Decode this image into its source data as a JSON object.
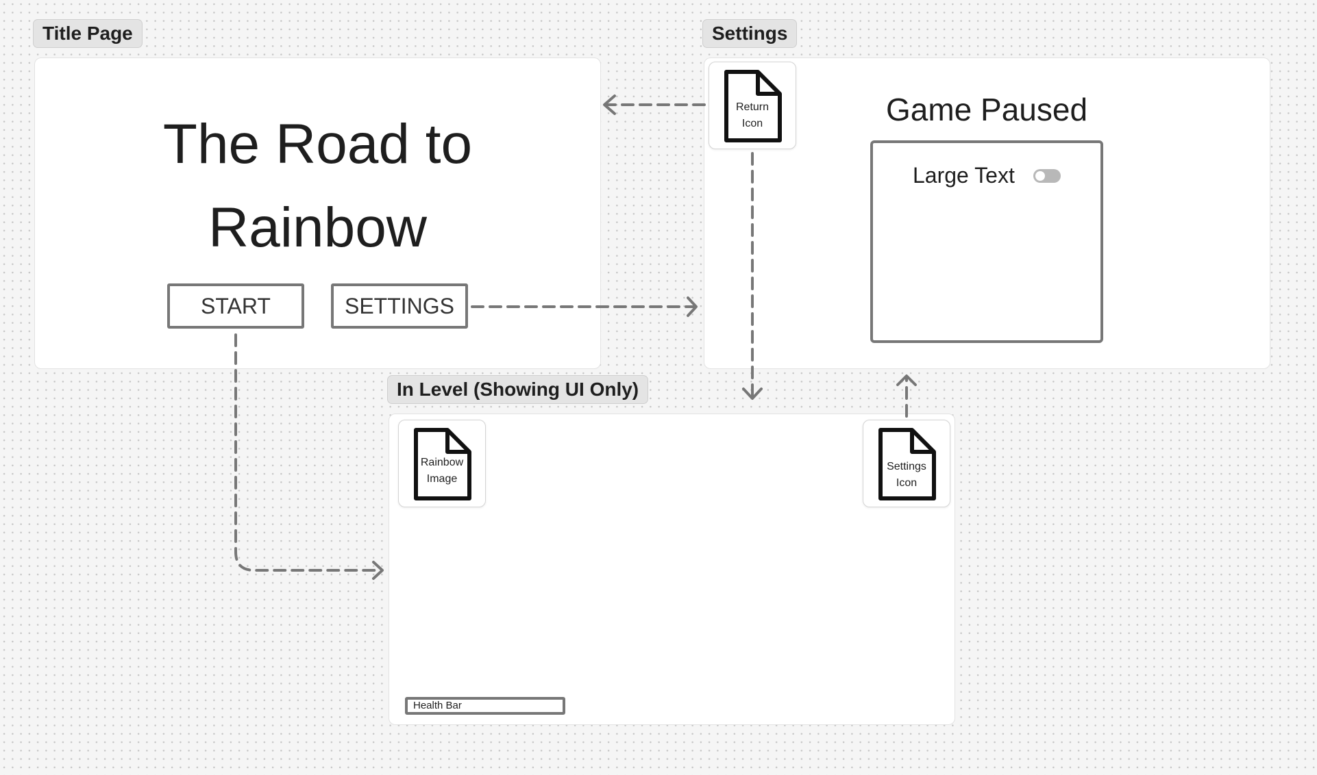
{
  "frames": {
    "title_page": {
      "label": "Title Page",
      "title_line1": "The Road to",
      "title_line2": "Rainbow",
      "start_label": "START",
      "settings_label": "SETTINGS"
    },
    "settings": {
      "label": "Settings",
      "return_icon_line1": "Return",
      "return_icon_line2": "Icon",
      "heading": "Game Paused",
      "large_text_label": "Large Text",
      "large_text_enabled": false
    },
    "in_level": {
      "label": "In Level (Showing UI Only)",
      "rainbow_image_line1": "Rainbow",
      "rainbow_image_line2": "Image",
      "settings_icon_line1": "Settings",
      "settings_icon_line2": "Icon",
      "health_bar_label": "Health Bar"
    }
  },
  "colors": {
    "canvas_background": "#f5f5f5",
    "frame_background": "#ffffff",
    "connector": "#777777",
    "button_border": "#777777",
    "text": "#1e1e1e"
  },
  "icons": {
    "placeholder_image": "document-icon"
  },
  "connectors": [
    {
      "from": "start-button",
      "to": "in-level-frame"
    },
    {
      "from": "settings-button",
      "to": "settings-frame"
    },
    {
      "from": "return-icon",
      "to": "title-page-frame"
    },
    {
      "from": "return-icon",
      "to": "in-level-frame"
    },
    {
      "from": "settings-icon",
      "to": "settings-frame"
    }
  ]
}
